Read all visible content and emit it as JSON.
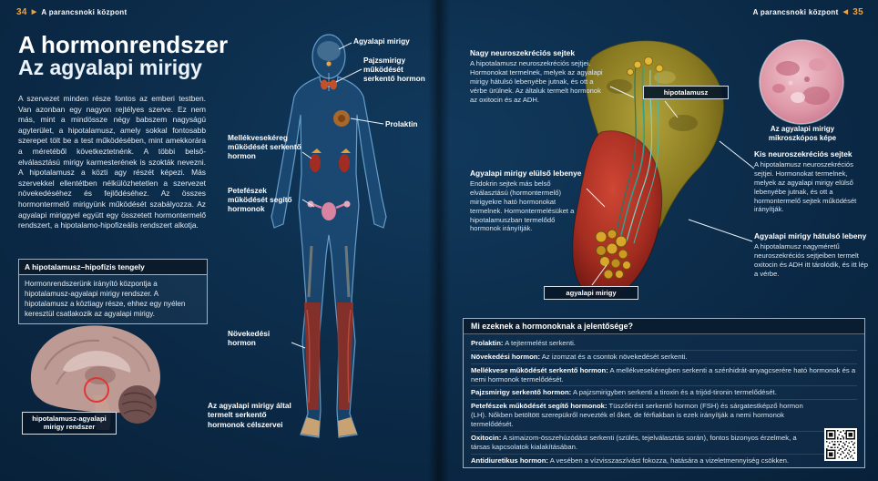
{
  "colors": {
    "background": "#0b2a47",
    "accent_orange": "#f2a23a",
    "highlight_red": "#e03535",
    "panel_border": "#9fb2c5",
    "hypothalamus_yellow": "#9c8c28",
    "pituitary_red": "#b5342a"
  },
  "header": {
    "left_page_number": "34",
    "right_page_number": "35",
    "left_title": "A parancsnoki központ",
    "right_title": "A parancsnoki központ"
  },
  "left_page": {
    "title_line1": "A hormonrendszer",
    "title_line2": "Az agyalapi mirigy",
    "intro": "A szervezet minden része fontos az emberi testben. Van azonban egy nagyon rejtélyes szerve. Ez nem más, mint a mindössze négy babszem nagyságú agyterület, a hipotalamusz, amely sokkal fontosabb szerepet tölt be a test működésében, mint amekkorára a méretéből következtetnénk. A többi belső-elválasztású mirigy karmesterének is szokták nevezni. A hipotalamusz a közti agy részét képezi. Más szervekkel ellentétben nélkülözhetetlen a szervezet növekedéséhez és fejlődéséhez. Az összes hormontermelő mirigyünk működését szabályozza. Az agyalapi miriggyel együtt egy összetett hormontermelő rendszert, a hipotalamo-hipofizeális rendszert alkotja.",
    "axis_box": {
      "title": "A hipotalamusz–hipofízis tengely",
      "body": "Hormonrendszerünk irányító központja a hipotalamusz-agyalapi mirigy rendszer. A hipotalamusz a köztiagy része, ehhez egy nyélen keresztül csatlakozik az agyalapi mirigy."
    },
    "brain_caption": "hipotalamusz-agyalapi mirigy rendszer"
  },
  "figure": {
    "labels": {
      "pituitary": "Agyalapi mirigy",
      "tsh": "Pajzsmirigy működését serkentő hormon",
      "prolactin": "Prolaktin",
      "acth": "Mellékvesekéreg működését serkentő hormon",
      "gonadotropins": "Petefészek működését segítő hormonok",
      "growth": "Növekedési hormon"
    },
    "caption": "Az agyalapi mirigy által termelt serkentő hormonok célszervei"
  },
  "right_page": {
    "nagy": {
      "title": "Nagy neuroszekréciós sejtek",
      "body": "A hipotalamusz neuroszekréciós sejtjei. Hormonokat termelnek, melyek az agyalapi mirigy hátulsó lebenyébe jutnak, és ott a vérbe ürülnek. Az általuk termelt hormonok az oxitocin és az ADH."
    },
    "kis": {
      "title": "Kis neuroszekréciós sejtek",
      "body": "A hipotalamusz neuroszekréciós sejtjei. Hormonokat termelnek, melyek az agyalapi mirigy elülső lebenyébe jutnak, és ott a hormontermelő sejtek működését irányítják."
    },
    "elulso": {
      "title": "Agyalapi mirigy elülső lebenye",
      "body": "Endokrin sejtek más belső elválasztású (hormontermelő) mirigyekre ható hormonokat termelnek. Hormontermelésüket a hipotalamuszban termelődő hormonok irányítják."
    },
    "hatulso": {
      "title": "Agyalapi mirigy hátulsó lebeny",
      "body": "A hipotalamusz nagyméretű neuroszekréciós sejtjeiben termelt oxitocin és ADH itt tárolódik, és itt lép a vérbe."
    },
    "micro_caption": "Az agyalapi mirigy mikroszkópos képe",
    "diagram_labels": {
      "hypothalamus": "hipotalamusz",
      "pituitary": "agyalapi mirigy"
    }
  },
  "hormone_panel": {
    "title": "Mi ezeknek a hormonoknak a jelentősége?",
    "items": [
      {
        "term": "Prolaktin:",
        "desc": "A tejtermelést serkenti."
      },
      {
        "term": "Növekedési hormon:",
        "desc": "Az izomzat és a csontok növekedését serkenti."
      },
      {
        "term": "Mellékvese működését serkentő hormon:",
        "desc": "A mellékvesekéregben serkenti a szénhidrát-anyagcserére ható hormonok és a nemi hormonok termelődését."
      },
      {
        "term": "Pajzsmirigy serkentő hormon:",
        "desc": "A pajzsmirigyben serkenti a tiroxin és a trijód-tironin termelődését."
      },
      {
        "term": "Petefészek működését segítő hormonok:",
        "desc": "Tüszőérést serkentő hormon (FSH) és sárgatestképző hormon (LH). Nőkben betöltött szerepükről nevezték el őket, de férfiakban is ezek irányítják a nemi hormonok termelődését."
      },
      {
        "term": "Oxitocin:",
        "desc": "A simaizom-összehúzódást serkenti (szülés, tejelválasztás során), fontos bizonyos érzelmek, a társas kapcsolatok kialakításában."
      },
      {
        "term": "Antidiuretikus hormon:",
        "desc": "A vesében a vízvisszaszívást fokozza, hatására a vizeletmennyiség csökken."
      }
    ]
  }
}
